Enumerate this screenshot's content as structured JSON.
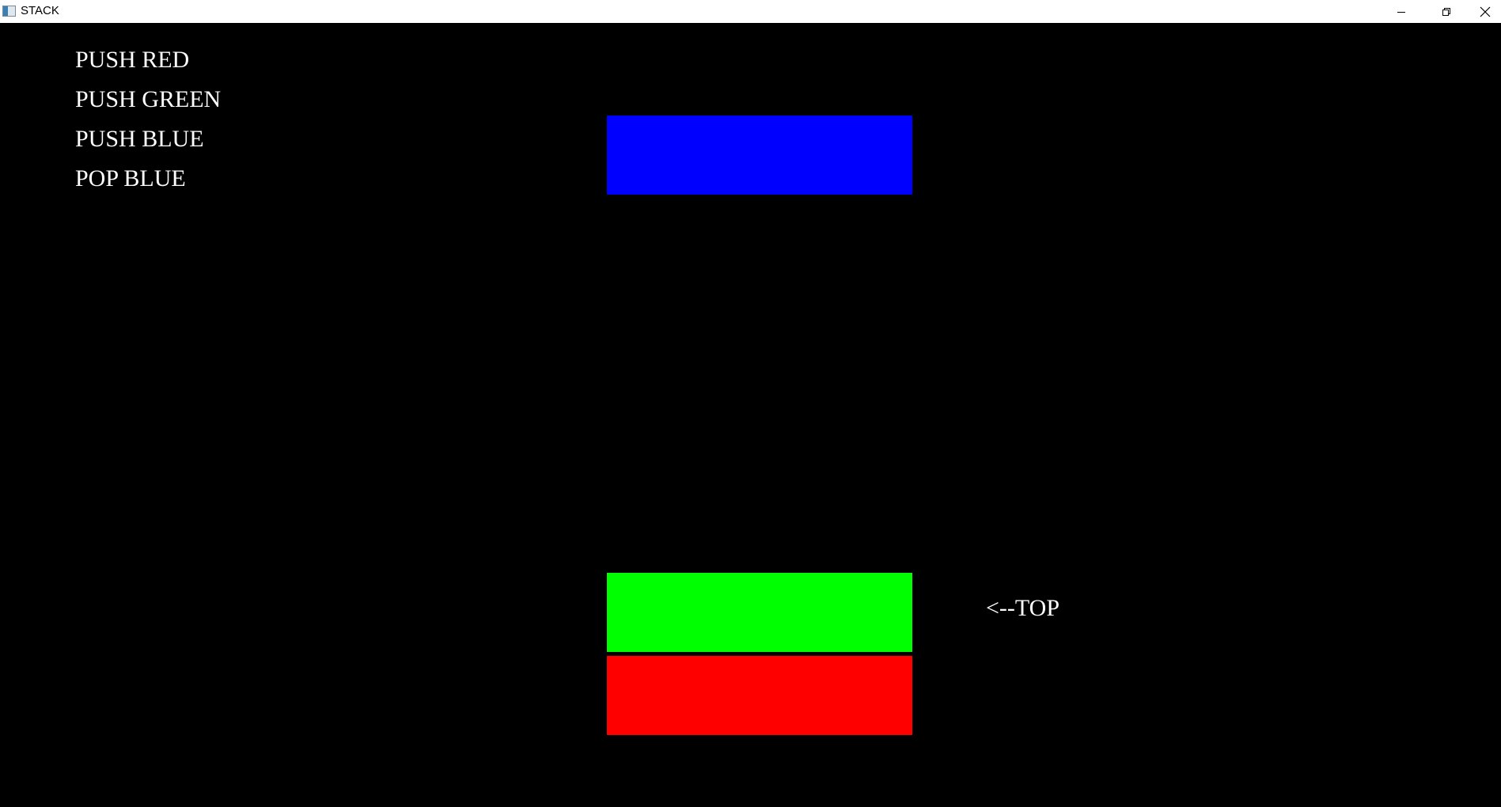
{
  "window": {
    "title": "STACK"
  },
  "operations": [
    "PUSH RED",
    "PUSH GREEN",
    "PUSH BLUE",
    "POP BLUE"
  ],
  "popped_block": {
    "color_name": "blue",
    "color": "#0000ff"
  },
  "stack": {
    "blocks": [
      {
        "color_name": "green",
        "color": "#00ff00"
      },
      {
        "color_name": "red",
        "color": "#ff0000"
      }
    ],
    "top_label": "<--TOP"
  }
}
